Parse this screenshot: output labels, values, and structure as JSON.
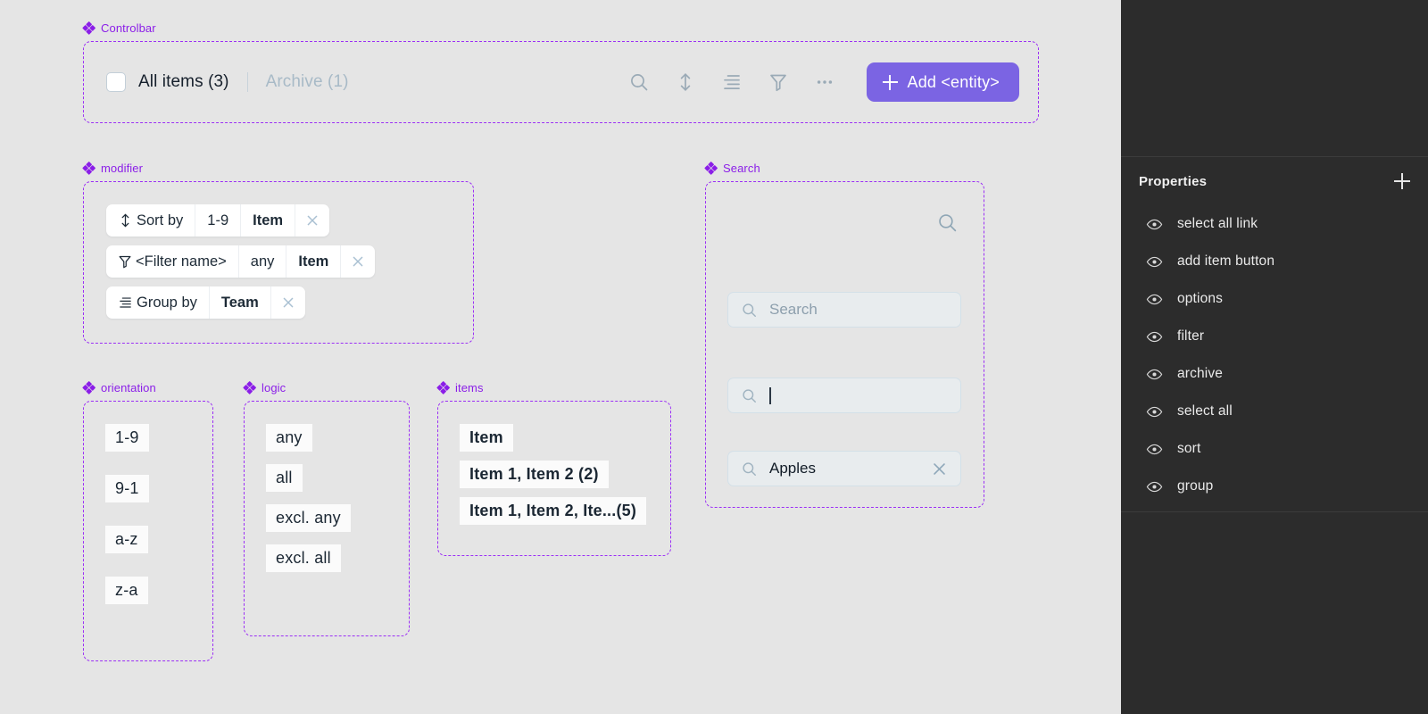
{
  "frames": {
    "controlbar": {
      "label": "Controlbar"
    },
    "modifier": {
      "label": "modifier"
    },
    "search": {
      "label": "Search"
    },
    "orientation": {
      "label": "orientation"
    },
    "logic": {
      "label": "logic"
    },
    "items": {
      "label": "items"
    }
  },
  "controlbar": {
    "tab_all": "All items (3)",
    "tab_archive": "Archive (1)",
    "icons": [
      "search-icon",
      "sort-icon",
      "group-icon",
      "filter-icon",
      "more-icon"
    ],
    "add_button": "Add <entity>"
  },
  "modifier": {
    "rows": [
      {
        "icon": "sort-icon",
        "label": "Sort by",
        "value1": "1-9",
        "value2": "Item",
        "close": "×"
      },
      {
        "icon": "filter-icon",
        "label": "<Filter name>",
        "value1": "any",
        "value2": "Item",
        "close": "×"
      },
      {
        "icon": "group-icon",
        "label": "Group by",
        "value1": "Team",
        "close": "×"
      }
    ]
  },
  "search": {
    "fields": [
      {
        "state": "placeholder",
        "text": "Search"
      },
      {
        "state": "empty-focused",
        "text": ""
      },
      {
        "state": "filled",
        "text": "Apples",
        "clear": "×"
      }
    ]
  },
  "orientation": {
    "options": [
      "1-9",
      "9-1",
      "a-z",
      "z-a"
    ]
  },
  "logic": {
    "options": [
      "any",
      "all",
      "excl. any",
      "excl. all"
    ]
  },
  "items": {
    "options": [
      "Item",
      "Item 1, Item 2 (2)",
      "Item 1, Item 2, Ite...(5)"
    ]
  },
  "panel": {
    "title": "Properties",
    "add_icon": "plus-icon",
    "properties": [
      {
        "label": "select all link"
      },
      {
        "label": "add item button"
      },
      {
        "label": "options"
      },
      {
        "label": "filter"
      },
      {
        "label": "archive"
      },
      {
        "label": "select all"
      },
      {
        "label": "sort"
      },
      {
        "label": "group"
      }
    ]
  },
  "colors": {
    "accent_purple": "#8b1ee8",
    "frame_dash": "#9b2ff5",
    "add_button": "#7b64e3",
    "canvas_bg": "#e5e5e5",
    "panel_bg": "#2c2c2c"
  }
}
